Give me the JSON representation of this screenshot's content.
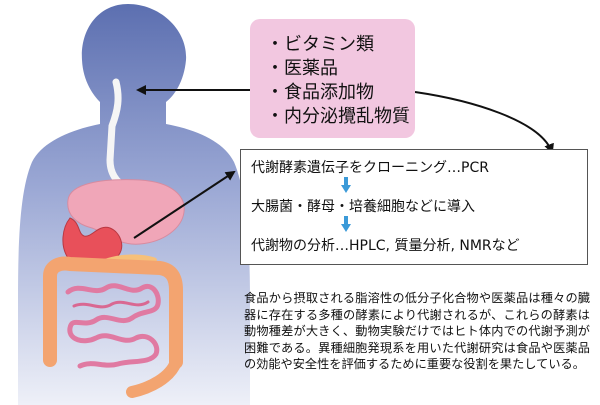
{
  "compounds": {
    "items": [
      "ビタミン類",
      "医薬品",
      "食品添加物",
      "内分泌攪乱物質"
    ]
  },
  "method": {
    "step1": "代謝酵素遺伝子をクローニング…PCR",
    "step2": "大腸菌・酵母・培養細胞などに導入",
    "step3": "代謝物の分析…HPLC, 質量分析, NMRなど"
  },
  "description": "食品から摂取される脂溶性の低分子化合物や医薬品は種々の臓器に存在する多種の酵素により代謝されるが、これらの酵素は動物種差が大きく、動物実験だけではヒト体内での代謝予測が困難である。異種細胞発現系を用いた代謝研究は食品や医薬品の効能や安全性を評価するために重要な役割を果たしている。",
  "colors": {
    "body_top": "#5c6fb0",
    "body_bottom": "#eef0f8",
    "liver": "#f0a6b8",
    "stomach": "#e8505a",
    "intestine": "#f3a470",
    "box_pink": "#f2c7e0",
    "arrow_blue": "#3b9ad8"
  }
}
